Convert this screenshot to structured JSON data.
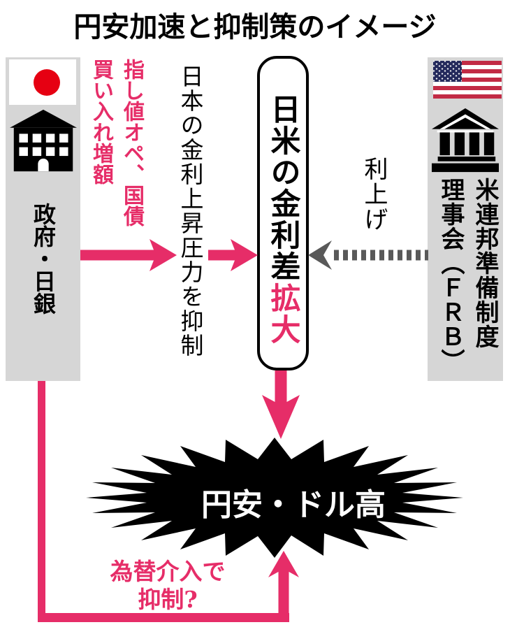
{
  "title": "円安加速と抑制策のイメージ",
  "left_panel": {
    "label": "政府・日銀",
    "flag_icon": "japan-flag",
    "building_icon": "government-building"
  },
  "right_panel": {
    "label": "米連邦準備制度理事会（ＦＲＢ）",
    "flag_icon": "us-flag",
    "building_icon": "federal-reserve-bank-building"
  },
  "labels": {
    "boj_measures": "指し値オペ、国債買い入れ増額",
    "japan_rate_pressure": "日本の金利上昇圧力を抑制",
    "rate_hike": "利上げ",
    "intervention_line1": "為替介入で",
    "intervention_line2": "抑制?"
  },
  "center_box": {
    "main": "日米の金利差",
    "emphasis": "拡大"
  },
  "burst": {
    "text": "円安・ドル高"
  },
  "colors": {
    "accent_pink": "#e62d68",
    "panel_gray": "#d6d6d6",
    "dotted_arrow_gray": "#595959",
    "japan_flag_red": "#e60012",
    "us_flag_navy": "#242a5c",
    "us_flag_red": "#c22b45",
    "burst_black": "#000000"
  }
}
